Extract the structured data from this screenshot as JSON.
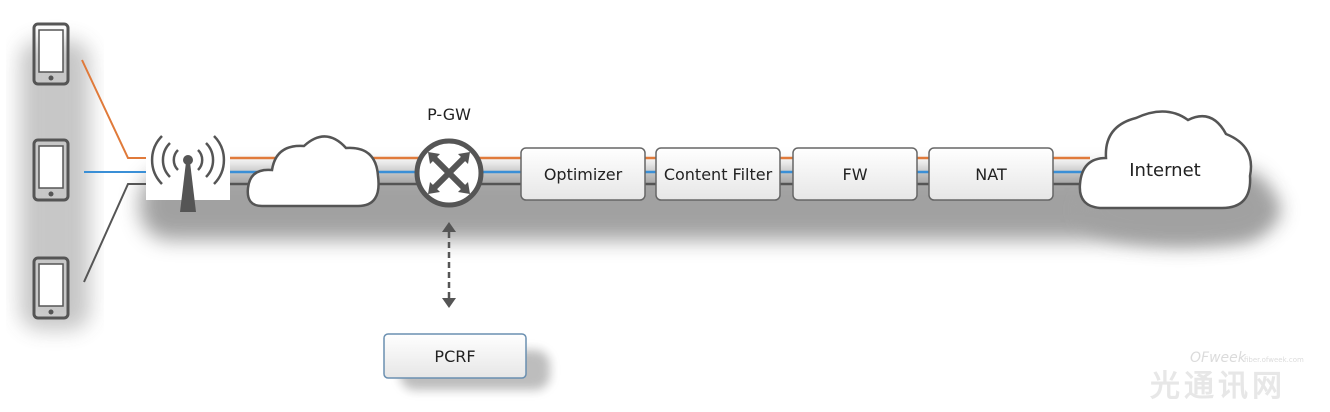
{
  "nodes": {
    "pgw_label": "P-GW",
    "optimizer": "Optimizer",
    "content_filter": "Content Filter",
    "fw": "FW",
    "nat": "NAT",
    "internet": "Internet",
    "pcrf": "PCRF"
  },
  "watermark": {
    "brand": "OFweek",
    "site": "fiber.ofweek.com",
    "cn": "光通讯网"
  },
  "colors": {
    "orange_line": "#e07a3a",
    "blue_line": "#3a8fd6",
    "gray_line": "#555555",
    "shadow": "#555555"
  }
}
